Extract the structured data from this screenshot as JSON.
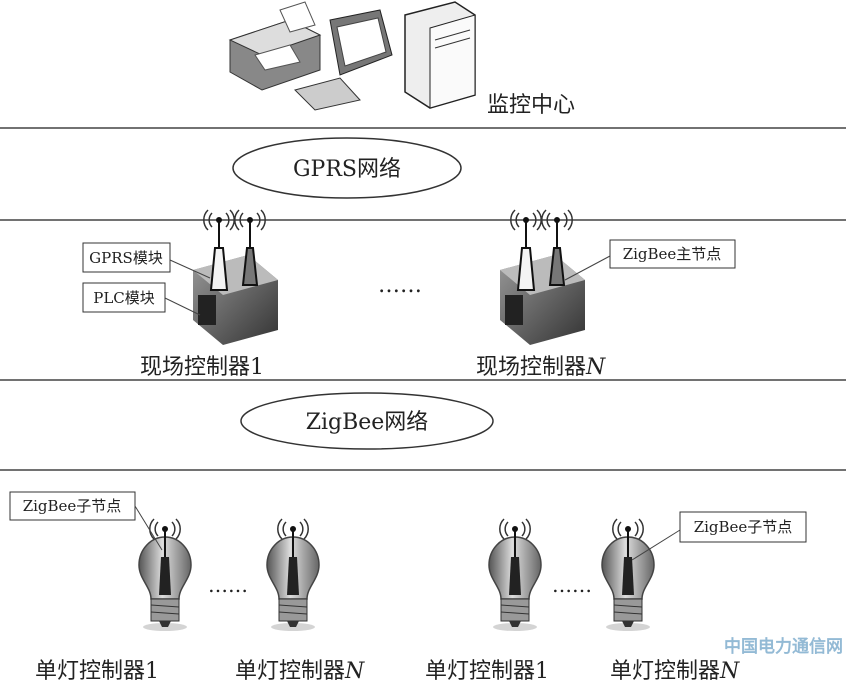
{
  "center": {
    "label": "监控中心"
  },
  "networks": {
    "gprs": "GPRS网络",
    "zigbee": "ZigBee网络"
  },
  "field": {
    "gprs_module": "GPRS模块",
    "plc_module": "PLC模块",
    "zigbee_master": "ZigBee主节点",
    "controller_1": "现场控制器1",
    "controller_n_prefix": "现场控制器",
    "controller_n_suffix": "N",
    "ellipsis": "……"
  },
  "lamps": {
    "zigbee_child_left": "ZigBee子节点",
    "zigbee_child_right": "ZigBee子节点",
    "labels": [
      {
        "prefix": "单灯控制器",
        "suffix": "1"
      },
      {
        "prefix": "单灯控制器",
        "suffix": "N"
      },
      {
        "prefix": "单灯控制器",
        "suffix": "1"
      },
      {
        "prefix": "单灯控制器",
        "suffix": "N"
      }
    ],
    "ellipsis": "……"
  },
  "watermark": "中国电力通信网"
}
